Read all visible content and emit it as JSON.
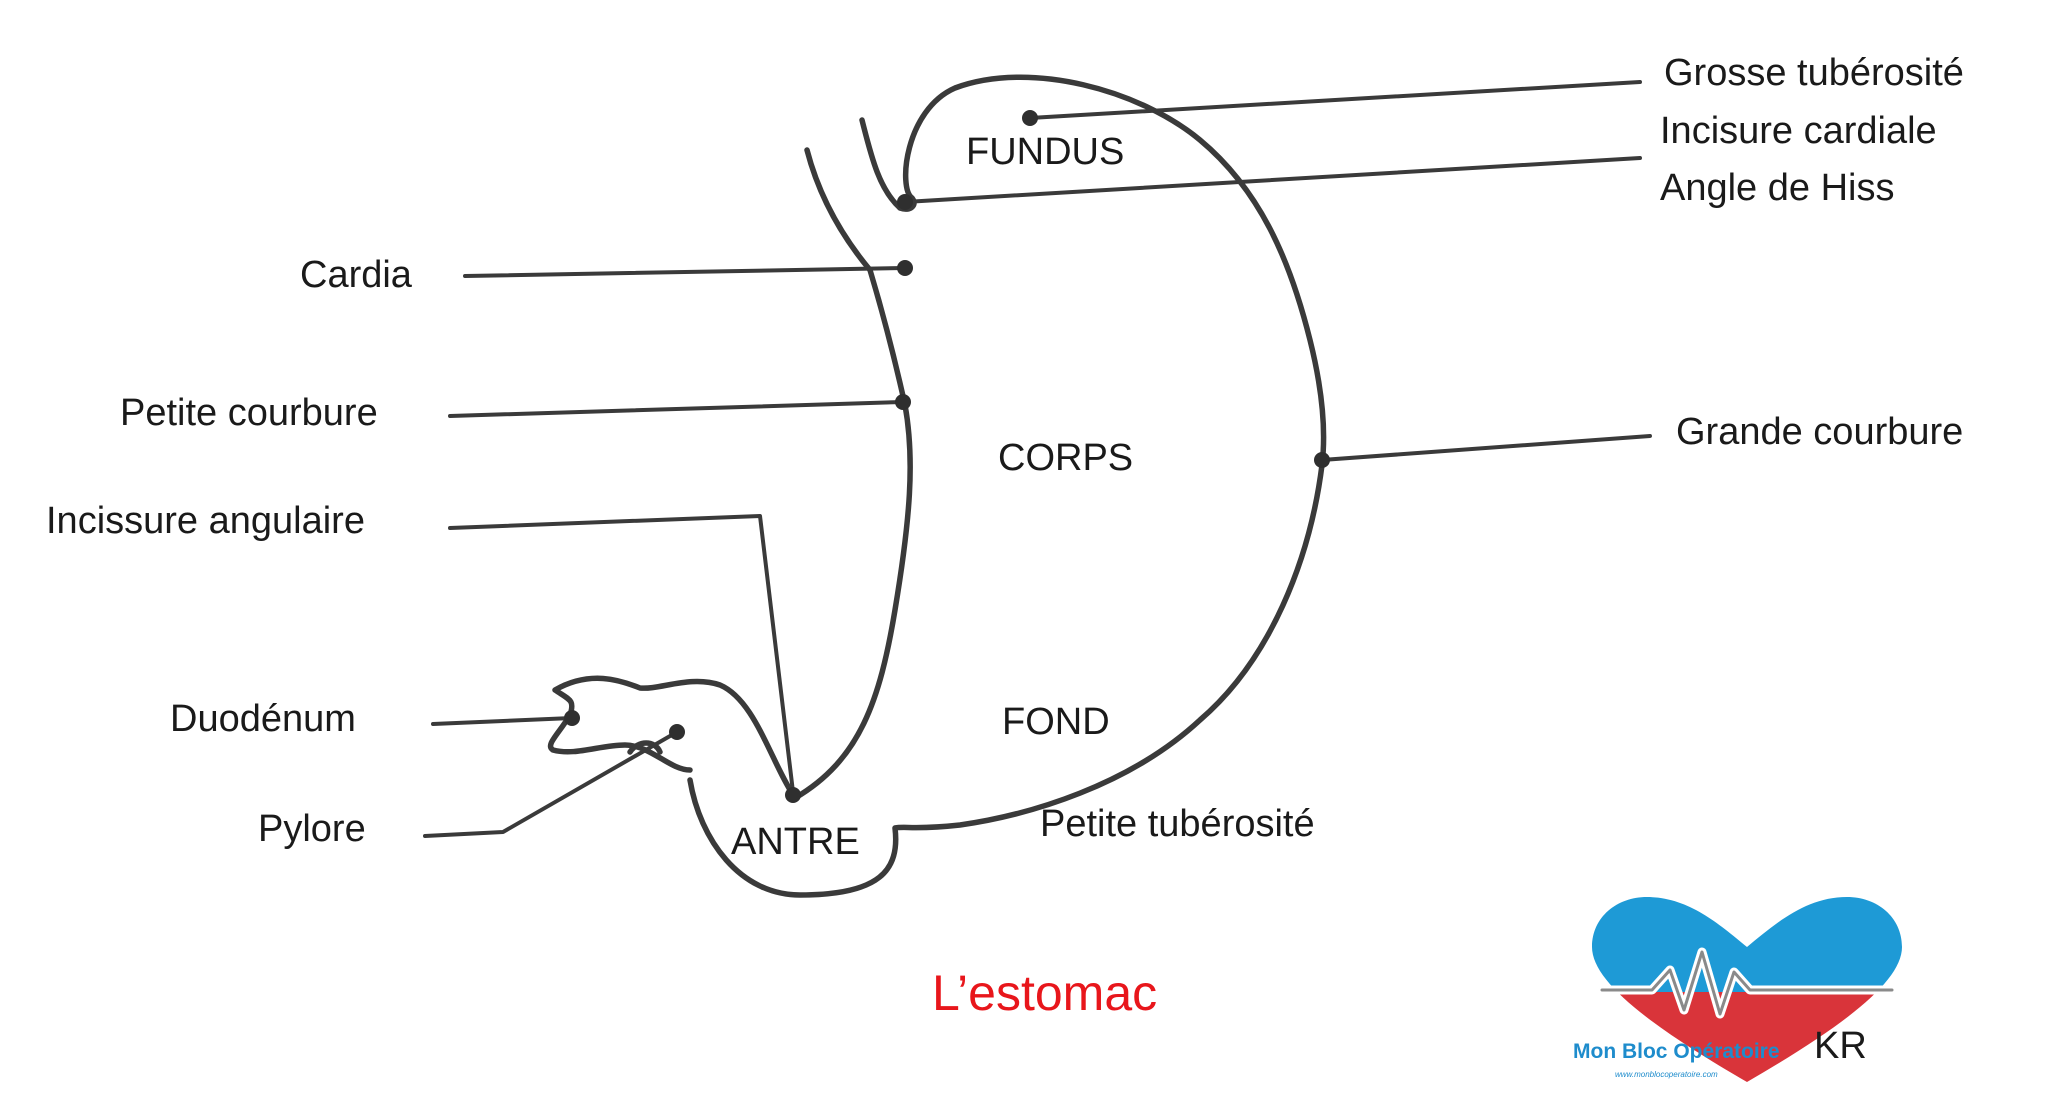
{
  "labels": {
    "grosse_tuberosite": "Grosse tubérosité",
    "incisure_cardiale": "Incisure cardiale",
    "angle_de_hiss": "Angle de Hiss",
    "cardia": "Cardia",
    "petite_courbure": "Petite courbure",
    "incisure_angulaire": "Incissure angulaire",
    "duodenum": "Duodénum",
    "pylore": "Pylore",
    "grande_courbure": "Grande courbure",
    "petite_tuberosite": "Petite tubérosité"
  },
  "regions": {
    "fundus": "FUNDUS",
    "corps": "CORPS",
    "fond": "FOND",
    "antre": "ANTRE"
  },
  "title": "L’estomac",
  "logo": {
    "name": "Mon Bloc Opératoire",
    "url": "www.monblocoperatoire.com"
  },
  "author": "KR",
  "colors": {
    "title": "#e8161b",
    "logo_blue": "#1e9ad6",
    "logo_red": "#d9343a",
    "logo_text": "#1e8ccc"
  }
}
